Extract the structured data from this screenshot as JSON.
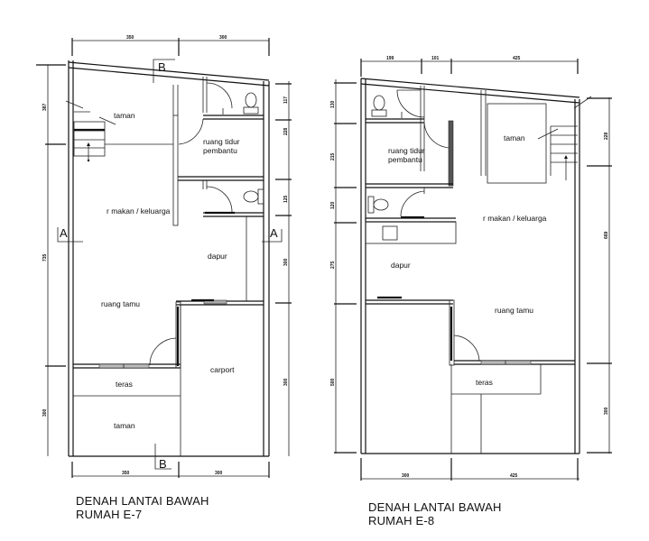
{
  "plans": [
    {
      "id": "E-7",
      "caption": {
        "line1": "DENAH LANTAI BAWAH",
        "line2": "RUMAH E-7"
      },
      "rooms": {
        "garden_top": "taman",
        "dining_family": "r makan / keluarga",
        "maid_room_line1": "ruang tidur",
        "maid_room_line2": "pembantu",
        "kitchen": "dapur",
        "living": "ruang tamu",
        "terrace": "teras",
        "garden_bottom": "taman",
        "carport": "carport"
      },
      "dimensions": {
        "top": [
          "350",
          "300"
        ],
        "bottom": [
          "350",
          "300"
        ],
        "left": [
          "387",
          "735",
          "300"
        ],
        "right": [
          "117",
          "228",
          "125",
          "300",
          "300"
        ]
      },
      "section_markers": {
        "a_left": "A",
        "a_right": "A",
        "b_top": "B",
        "b_bottom": "B"
      }
    },
    {
      "id": "E-8",
      "caption": {
        "line1": "DENAH LANTAI BAWAH",
        "line2": "RUMAH E-8"
      },
      "rooms": {
        "maid_room_line1": "ruang tidur",
        "maid_room_line2": "pembantu",
        "garden": "taman",
        "dining_family": "r makan / keluarga",
        "kitchen": "dapur",
        "living": "ruang tamu",
        "terrace": "teras"
      },
      "dimensions": {
        "top": [
          "199",
          "101",
          "425"
        ],
        "bottom": [
          "300",
          "425"
        ],
        "left": [
          "130",
          "215",
          "120",
          "275",
          "500"
        ],
        "right": [
          "228",
          "669",
          "300"
        ]
      }
    }
  ]
}
